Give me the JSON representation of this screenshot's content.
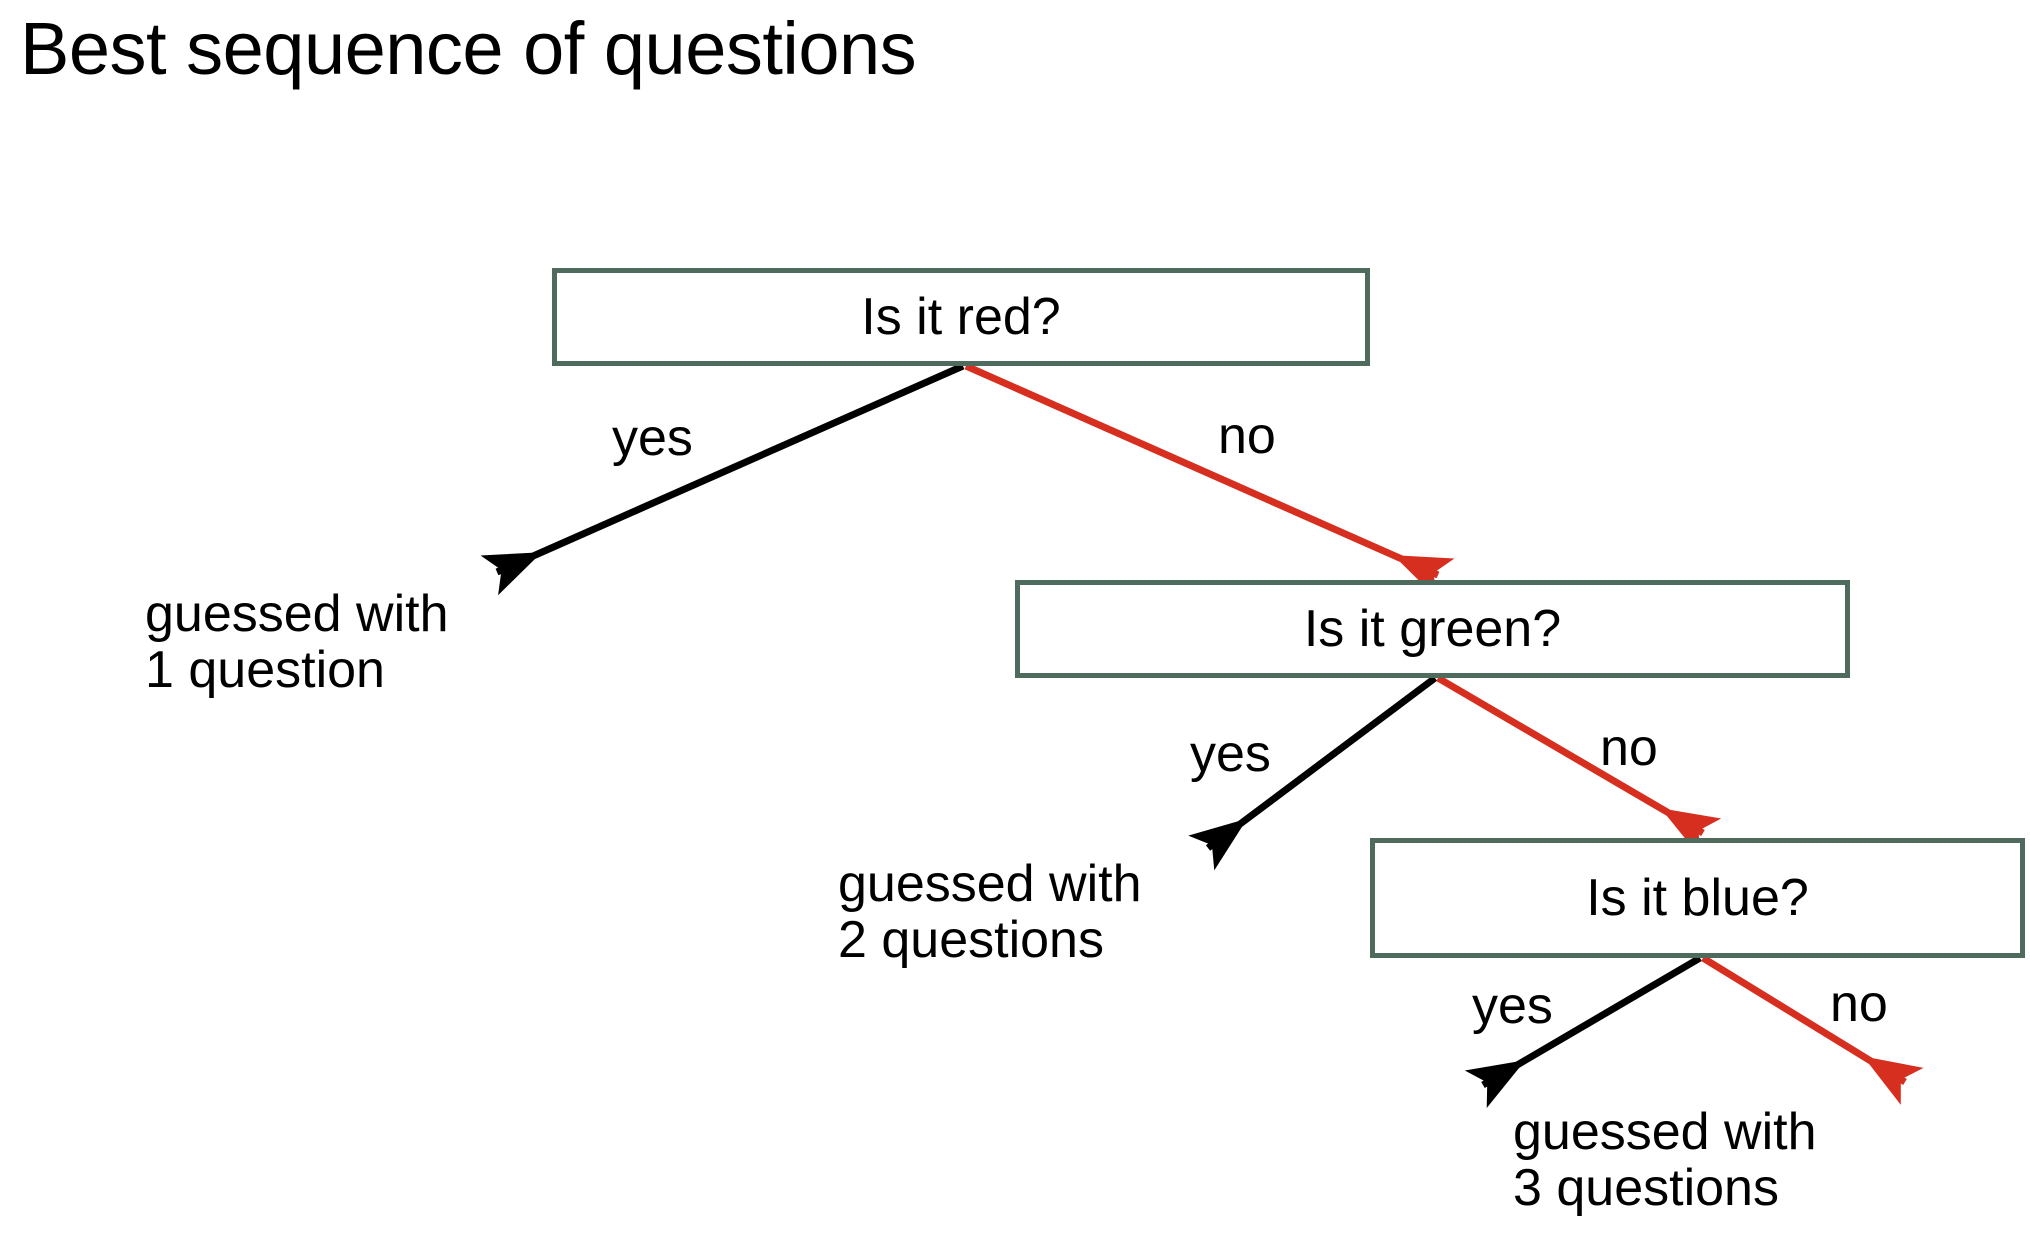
{
  "page": {
    "title": "Best sequence of questions",
    "background_color": "#ffffff"
  },
  "colors": {
    "box_border": "#4f6b5e",
    "box_fill": "#ffffff",
    "yes_edge": "#000000",
    "no_edge": "#d62e1f",
    "text": "#000000"
  },
  "diagram": {
    "type": "decision-tree",
    "nodes": [
      {
        "id": "red",
        "label": "Is it red?",
        "level": 1
      },
      {
        "id": "green",
        "label": "Is it green?",
        "level": 2
      },
      {
        "id": "blue",
        "label": "Is it blue?",
        "level": 3
      }
    ],
    "edges": [
      {
        "from": "red",
        "label": "yes",
        "color": "#000000",
        "to": "leaf1"
      },
      {
        "from": "red",
        "label": "no",
        "color": "#d62e1f",
        "to": "green"
      },
      {
        "from": "green",
        "label": "yes",
        "color": "#000000",
        "to": "leaf2"
      },
      {
        "from": "green",
        "label": "no",
        "color": "#d62e1f",
        "to": "blue"
      },
      {
        "from": "blue",
        "label": "yes",
        "color": "#000000",
        "to": "leaf3"
      },
      {
        "from": "blue",
        "label": "no",
        "color": "#d62e1f",
        "to": "leaf3"
      }
    ],
    "edge_labels": {
      "yes_1": "yes",
      "no_1": "no",
      "yes_2": "yes",
      "no_2": "no",
      "yes_3": "yes",
      "no_3": "no"
    },
    "leaves": [
      {
        "id": "leaf1",
        "line1": "guessed with",
        "line2": "1 question"
      },
      {
        "id": "leaf2",
        "line1": "guessed with",
        "line2": "2 questions"
      },
      {
        "id": "leaf3",
        "line1": "guessed with",
        "line2": "3 questions"
      }
    ]
  }
}
